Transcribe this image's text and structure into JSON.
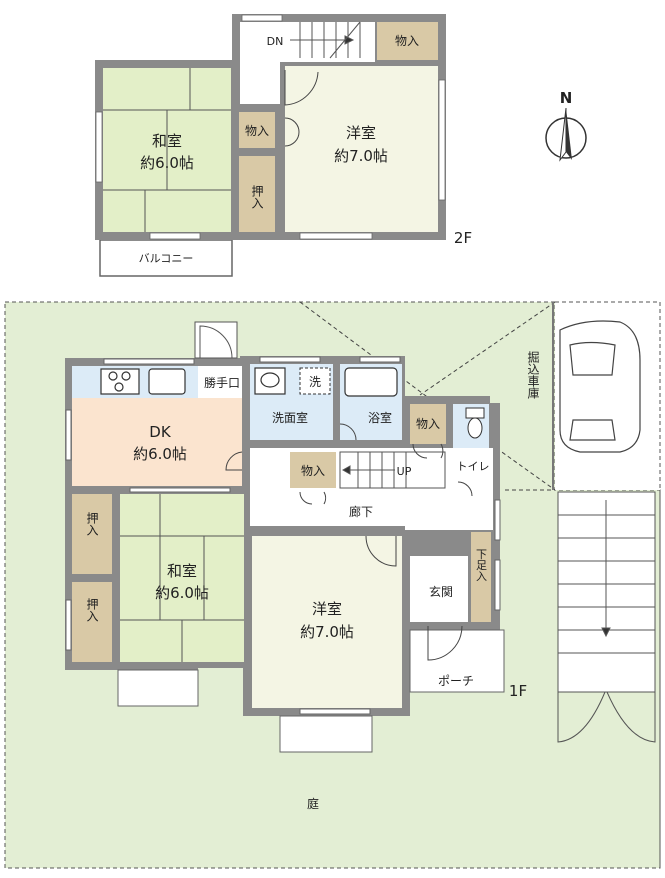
{
  "floor2": {
    "label": "2F",
    "washitsu": {
      "name": "和室",
      "size": "約6.0帖"
    },
    "youshitsu": {
      "name": "洋室",
      "size": "約7.0帖"
    },
    "closet_top": "物入",
    "closet_mid": "物入",
    "oshiire": "押入",
    "stairs": "DN",
    "balcony": "バルコニー"
  },
  "floor1": {
    "label": "1F",
    "dk": {
      "name": "DK",
      "size": "約6.0帖"
    },
    "katteguchi": "勝手口",
    "wash_basin": "洗",
    "senmenshitsu": "洗面室",
    "yokushitsu": "浴室",
    "closet_bath": "物入",
    "toilet": "トイレ",
    "closet_stair": "物入",
    "stairs": "UP",
    "rouka": "廊下",
    "oshiire_1": "押入",
    "oshiire_2": "押入",
    "washitsu": {
      "name": "和室",
      "size": "約6.0帖"
    },
    "youshitsu": {
      "name": "洋室",
      "size": "約7.0帖"
    },
    "genkan": "玄関",
    "getabako": "下足入",
    "porch": "ポーチ",
    "garage": "掘込車庫",
    "garden": "庭"
  },
  "compass": {
    "north": "N"
  },
  "colors": {
    "wall": "#8a8a8a",
    "tatami": "#e3efc8",
    "youshitsu": "#f4f5e4",
    "closet": "#d9c9a6",
    "dk_floor": "#fbe4cf",
    "wet_area": "#dcebf7",
    "garden": "#e3eed4"
  }
}
